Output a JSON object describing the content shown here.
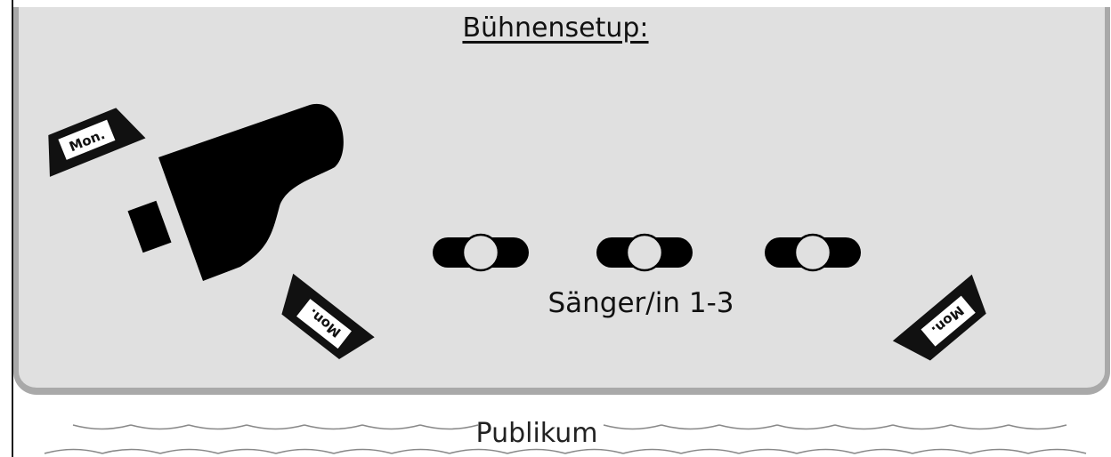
{
  "stage": {
    "title": "Bühnensetup:",
    "singers_caption": "Sänger/in 1-3",
    "background_color": "#e0e0e0",
    "border_color": "#a9a9a9"
  },
  "monitors": [
    {
      "label": "Mon.",
      "icon": "monitor-wedge-icon"
    },
    {
      "label": "Mon.",
      "icon": "monitor-wedge-icon"
    },
    {
      "label": "Mon.",
      "icon": "monitor-wedge-icon"
    }
  ],
  "instruments": {
    "piano_icon": "grand-piano-icon",
    "bench_icon": "piano-bench-icon"
  },
  "singers": [
    {
      "icon": "singer-topdown-icon"
    },
    {
      "icon": "singer-topdown-icon"
    },
    {
      "icon": "singer-topdown-icon"
    }
  ],
  "audience": {
    "label": "Publikum",
    "icon": "audience-wave-lines"
  }
}
